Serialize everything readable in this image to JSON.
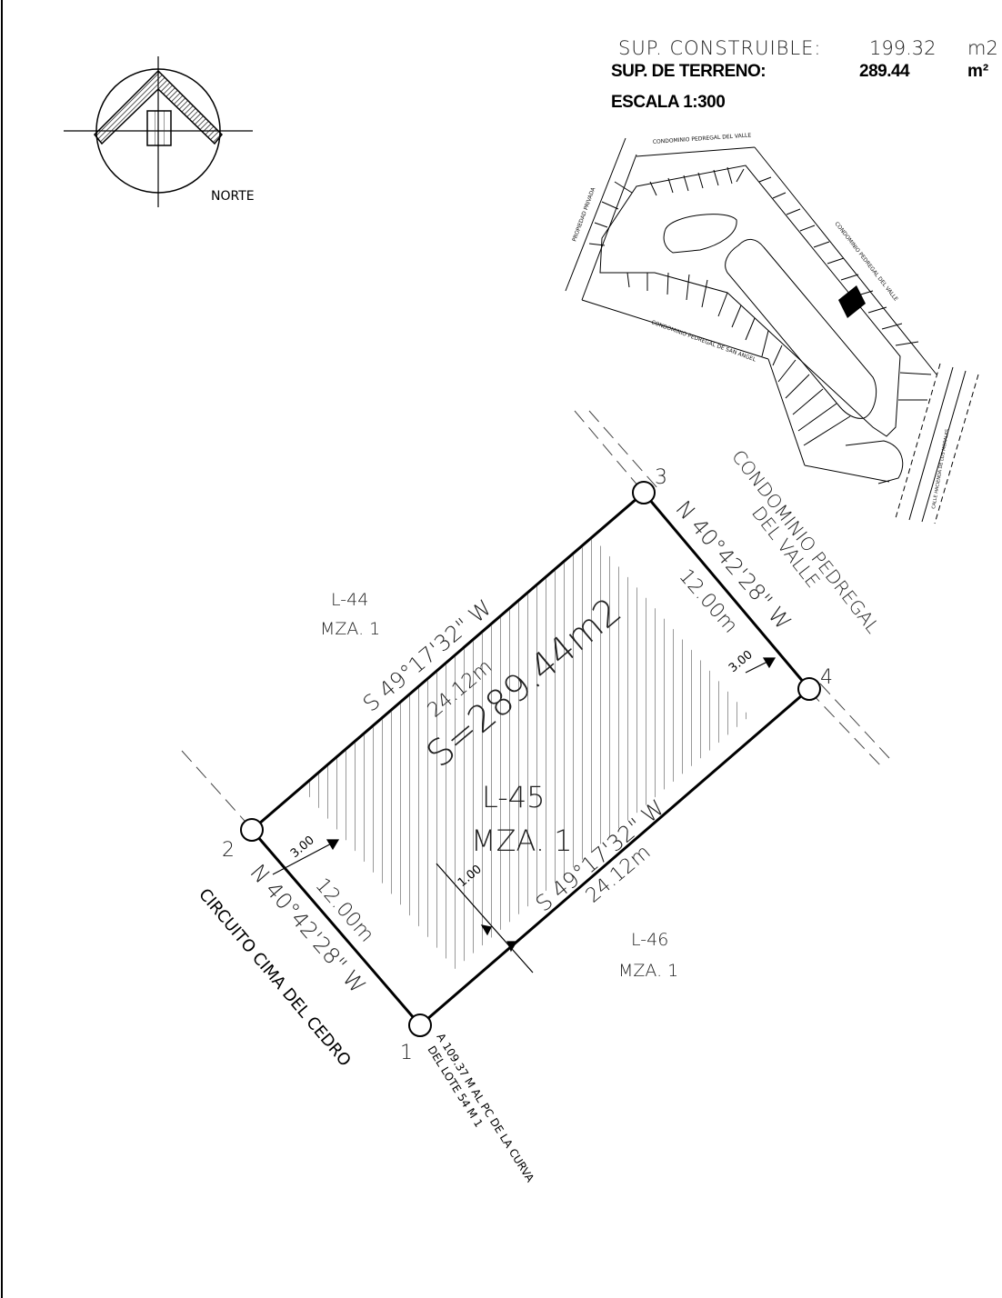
{
  "header": {
    "sup_construible_label": "SUP. CONSTRUIBLE:",
    "sup_construible_value": "199.32",
    "sup_construible_unit": "m2",
    "sup_terreno_label": "SUP. DE TERRENO:",
    "sup_terreno_value": "289.44",
    "sup_terreno_unit": "m²",
    "scale_label": "ESCALA 1:300"
  },
  "compass": {
    "label": "NORTE"
  },
  "lot": {
    "area": "S=289.44m2",
    "lot_id": "L-45",
    "block": "MZA. 1",
    "vertices": [
      "1",
      "2",
      "3",
      "4"
    ],
    "side_nw_bearing": "S 49°17'32\" W",
    "side_nw_length": "24.12m",
    "side_se_bearing": "S 49°17'32\" W",
    "side_se_length": "24.12m",
    "side_ne_bearing": "N 40°42'28\" W",
    "side_ne_length": "12.00m",
    "side_sw_bearing": "N 40°42'28\" W",
    "side_sw_length": "12.00m",
    "setback_ne": "3.00",
    "setback_sw": "3.00",
    "setback_se": "1.00"
  },
  "neighbors": {
    "l44": "L-44",
    "l44_block": "MZA. 1",
    "l46": "L-46",
    "l46_block": "MZA. 1",
    "condominio_line1": "CONDOMINIO PEDREGAL",
    "condominio_line2": "DEL VALLE",
    "street": "CIRCUITO CIMA DEL CEDRO",
    "reference_line1": "A 109.37 M AL PC DE LA CURVA",
    "reference_line2": "DEL LOTE 54 M 1"
  },
  "location_map": {
    "top_label": "CONDOMINIO PEDREGAL DEL VALLE",
    "right_label": "CONDOMINIO PEDREGAL DEL VALLE",
    "bottom_label": "CONDOMINIO PEDREGAL DE SAN ANGEL",
    "left_label": "PROPIEDAD PRIVADA",
    "street_label": "CALLE HACIENDA DE LOS MORALES"
  }
}
